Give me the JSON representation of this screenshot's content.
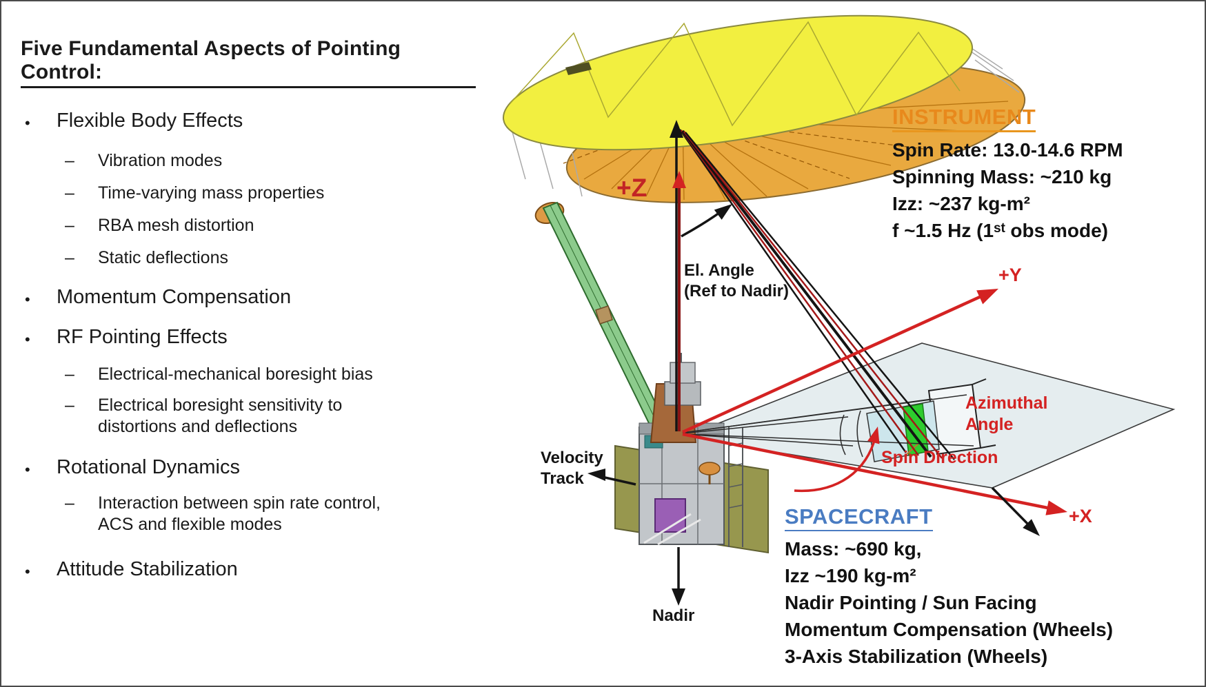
{
  "slide": {
    "title": "Five Fundamental Aspects of Pointing Control:"
  },
  "bullets": {
    "l1_marker": "•",
    "l2_marker": "–",
    "items": [
      {
        "level": 1,
        "text": "Flexible Body Effects"
      },
      {
        "level": 2,
        "text": "Vibration modes"
      },
      {
        "level": 2,
        "text": "Time-varying mass properties"
      },
      {
        "level": 2,
        "text": "RBA mesh distortion"
      },
      {
        "level": 2,
        "text": "Static deflections"
      },
      {
        "level": 1,
        "text": "Momentum Compensation"
      },
      {
        "level": 1,
        "text": "RF Pointing Effects"
      },
      {
        "level": 2,
        "text": "Electrical-mechanical boresight bias"
      },
      {
        "level": 2,
        "text": "Electrical boresight sensitivity to\ndistortions and deflections"
      },
      {
        "level": 1,
        "text": "Rotational Dynamics"
      },
      {
        "level": 2,
        "text": "Interaction between spin rate control,\nACS and flexible modes"
      },
      {
        "level": 1,
        "text": "Attitude Stabilization"
      }
    ]
  },
  "instrument": {
    "heading": "INSTRUMENT",
    "heading_color": "#E8891C",
    "lines": [
      "Spin Rate: 13.0-14.6 RPM",
      "Spinning Mass: ~210 kg",
      "Izz: ~237 kg-m²",
      "f ~1.5 Hz (1ˢᵗ obs mode)"
    ]
  },
  "spacecraft": {
    "heading": "SPACECRAFT",
    "heading_color": "#4A7CC2",
    "lines": [
      "Mass: ~690 kg,",
      "Izz ~190 kg-m²",
      "Nadir Pointing / Sun Facing",
      "Momentum Compensation (Wheels)",
      "3-Axis Stabilization (Wheels)"
    ]
  },
  "diagram": {
    "labels": {
      "z_axis": "+Z",
      "y_axis": "+Y",
      "x_axis": "+X",
      "el_angle": "El. Angle\n(Ref to Nadir)",
      "azimuthal": "Azimuthal\nAngle",
      "spin_direction": "Spin Direction",
      "velocity_track": "Velocity\nTrack",
      "nadir": "Nadir"
    },
    "colors": {
      "axis_red": "#D42222",
      "beam_dark_red": "#A41818",
      "plane_fill": "#E5EDEF",
      "swath_green": "#2ECC2E",
      "swath_blue": "#CDE6EC",
      "antenna_yellow": "#F2EF40",
      "antenna_orange": "#E9A93F",
      "boom_green": "#8CCB8C",
      "panel_olive": "#97974E"
    }
  }
}
